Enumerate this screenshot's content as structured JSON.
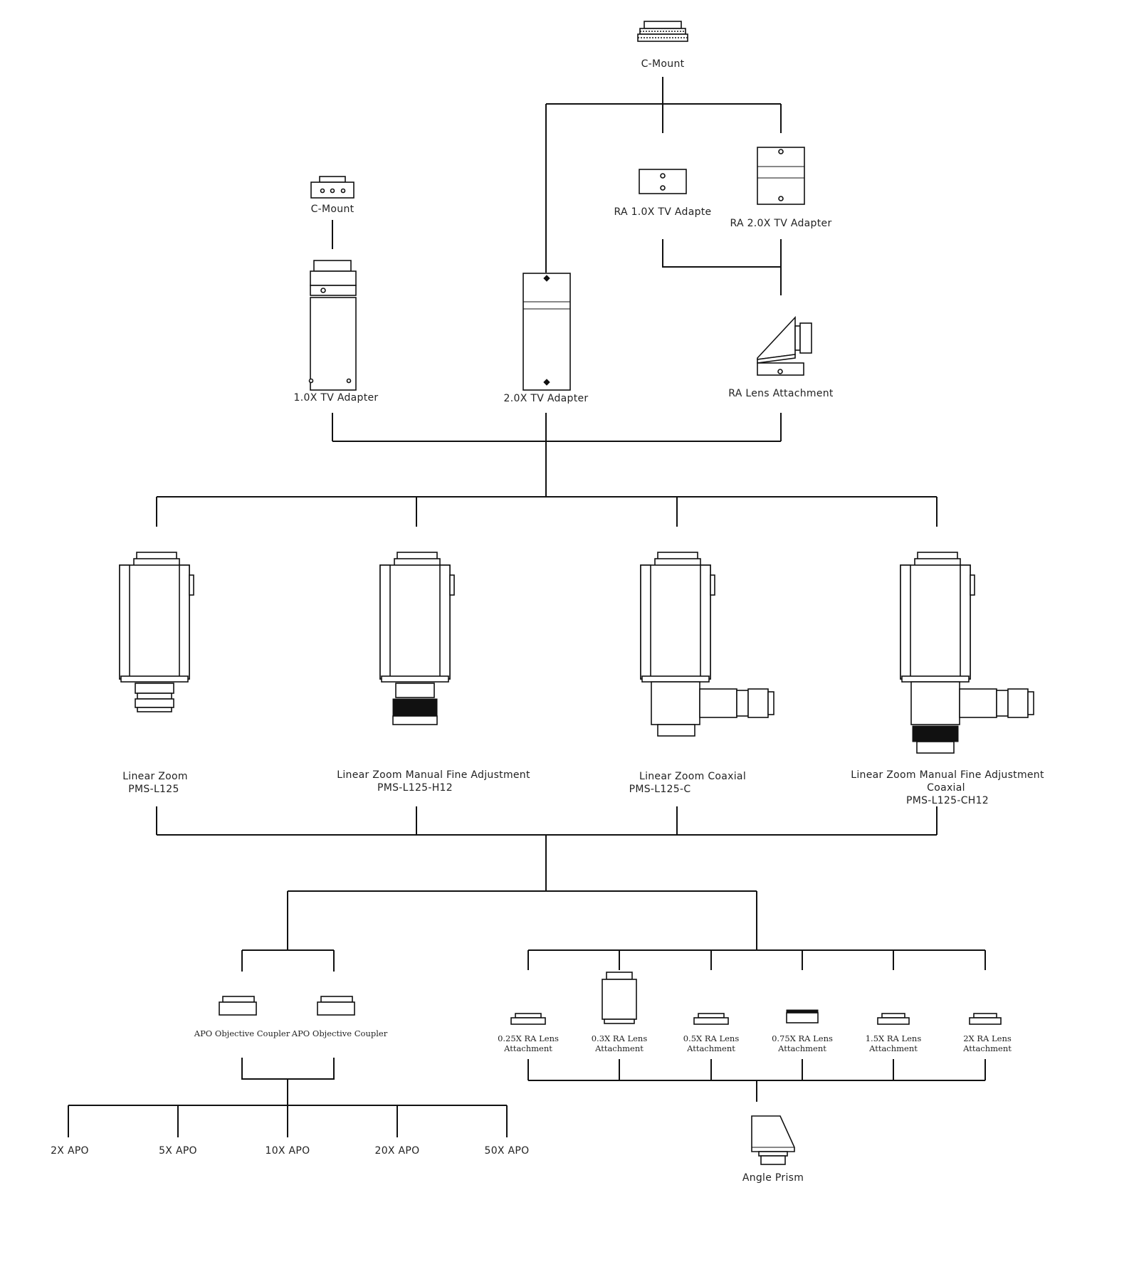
{
  "colors": {
    "line": "#111111",
    "text": "#222222",
    "background": "#ffffff"
  },
  "top_tier": {
    "c_mount_top": "C-Mount",
    "c_mount_left": "C-Mount",
    "ra_1x": "RA 1.0X TV Adapte",
    "ra_2x": "RA 2.0X TV Adapter",
    "tv_1x": "1.0X TV Adapter",
    "tv_2x": "2.0X TV Adapter",
    "ra_lens": "RA Lens Attachment"
  },
  "zoom_bodies": [
    {
      "name": "Linear Zoom",
      "model": "PMS-L125"
    },
    {
      "name": "Linear Zoom Manual Fine Adjustment",
      "model": "PMS-L125-H12"
    },
    {
      "name": "Linear Zoom Coaxial",
      "model": "PMS-L125-C"
    },
    {
      "name": "Linear Zoom Manual Fine Adjustment",
      "sub": "Coaxial",
      "model": "PMS-L125-CH12"
    }
  ],
  "couplers": [
    "APO Objective Coupler",
    "APO Objective Coupler"
  ],
  "objectives": [
    "2X APO",
    "5X APO",
    "10X APO",
    "20X APO",
    "50X APO"
  ],
  "ra_lens_attachments": [
    {
      "line1": "0.25X RA Lens",
      "line2": "Attachment"
    },
    {
      "line1": "0.3X RA Lens",
      "line2": "Attachment"
    },
    {
      "line1": "0.5X RA Lens",
      "line2": "Attachment"
    },
    {
      "line1": "0.75X RA Lens",
      "line2": "Attachment"
    },
    {
      "line1": "1.5X RA Lens",
      "line2": "Attachment"
    },
    {
      "line1": "2X RA Lens",
      "line2": "Attachment"
    }
  ],
  "angle_prism": "Angle Prism"
}
